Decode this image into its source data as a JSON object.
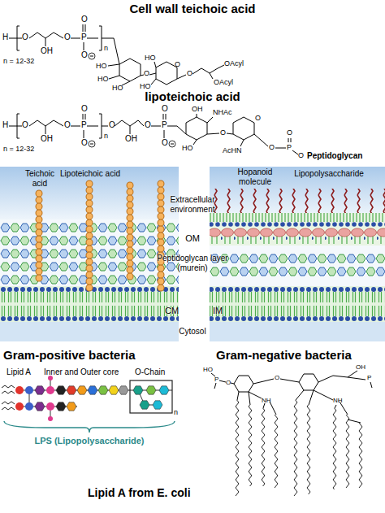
{
  "diagram": {
    "labels": [
      "Cell wall teichoic acid",
      "H",
      "O",
      "OH",
      "O",
      "P",
      "O",
      "O",
      "n",
      "n = 12-32",
      "HO",
      "HO",
      "HO",
      "O",
      "HO",
      "HO",
      "O",
      "O",
      "OAcyl",
      "OAcyl",
      "lipoteichoic acid",
      "H",
      "O",
      "OH",
      "O",
      "P",
      "O",
      "O",
      "n",
      "n = 12-32",
      "O",
      "OH",
      "O",
      "P",
      "O",
      "O",
      "OH",
      "NHAc",
      "HO",
      "O",
      "AcHN",
      "O",
      "O",
      "P",
      "O",
      "O",
      "Peptidoglycan",
      "Teichoic acid",
      "Lipoteichoic acid",
      "Hopanoid molecule",
      "Lipopolysaccharide",
      "Extracellular environment",
      "OM",
      "Peptidoglycan layer (murein)",
      "CM",
      "IM",
      "Cytosol",
      "Gram-positive bacteria",
      "Gram-negative bacteria",
      "Lipid A",
      "Inner and Outer core",
      "O-Chain",
      "n",
      "LPS (Lipopolysaccharide)",
      "Lipid A from E. coli",
      "HO",
      "P",
      "O",
      "NH",
      "NH",
      "OH",
      "P",
      "O"
    ]
  }
}
